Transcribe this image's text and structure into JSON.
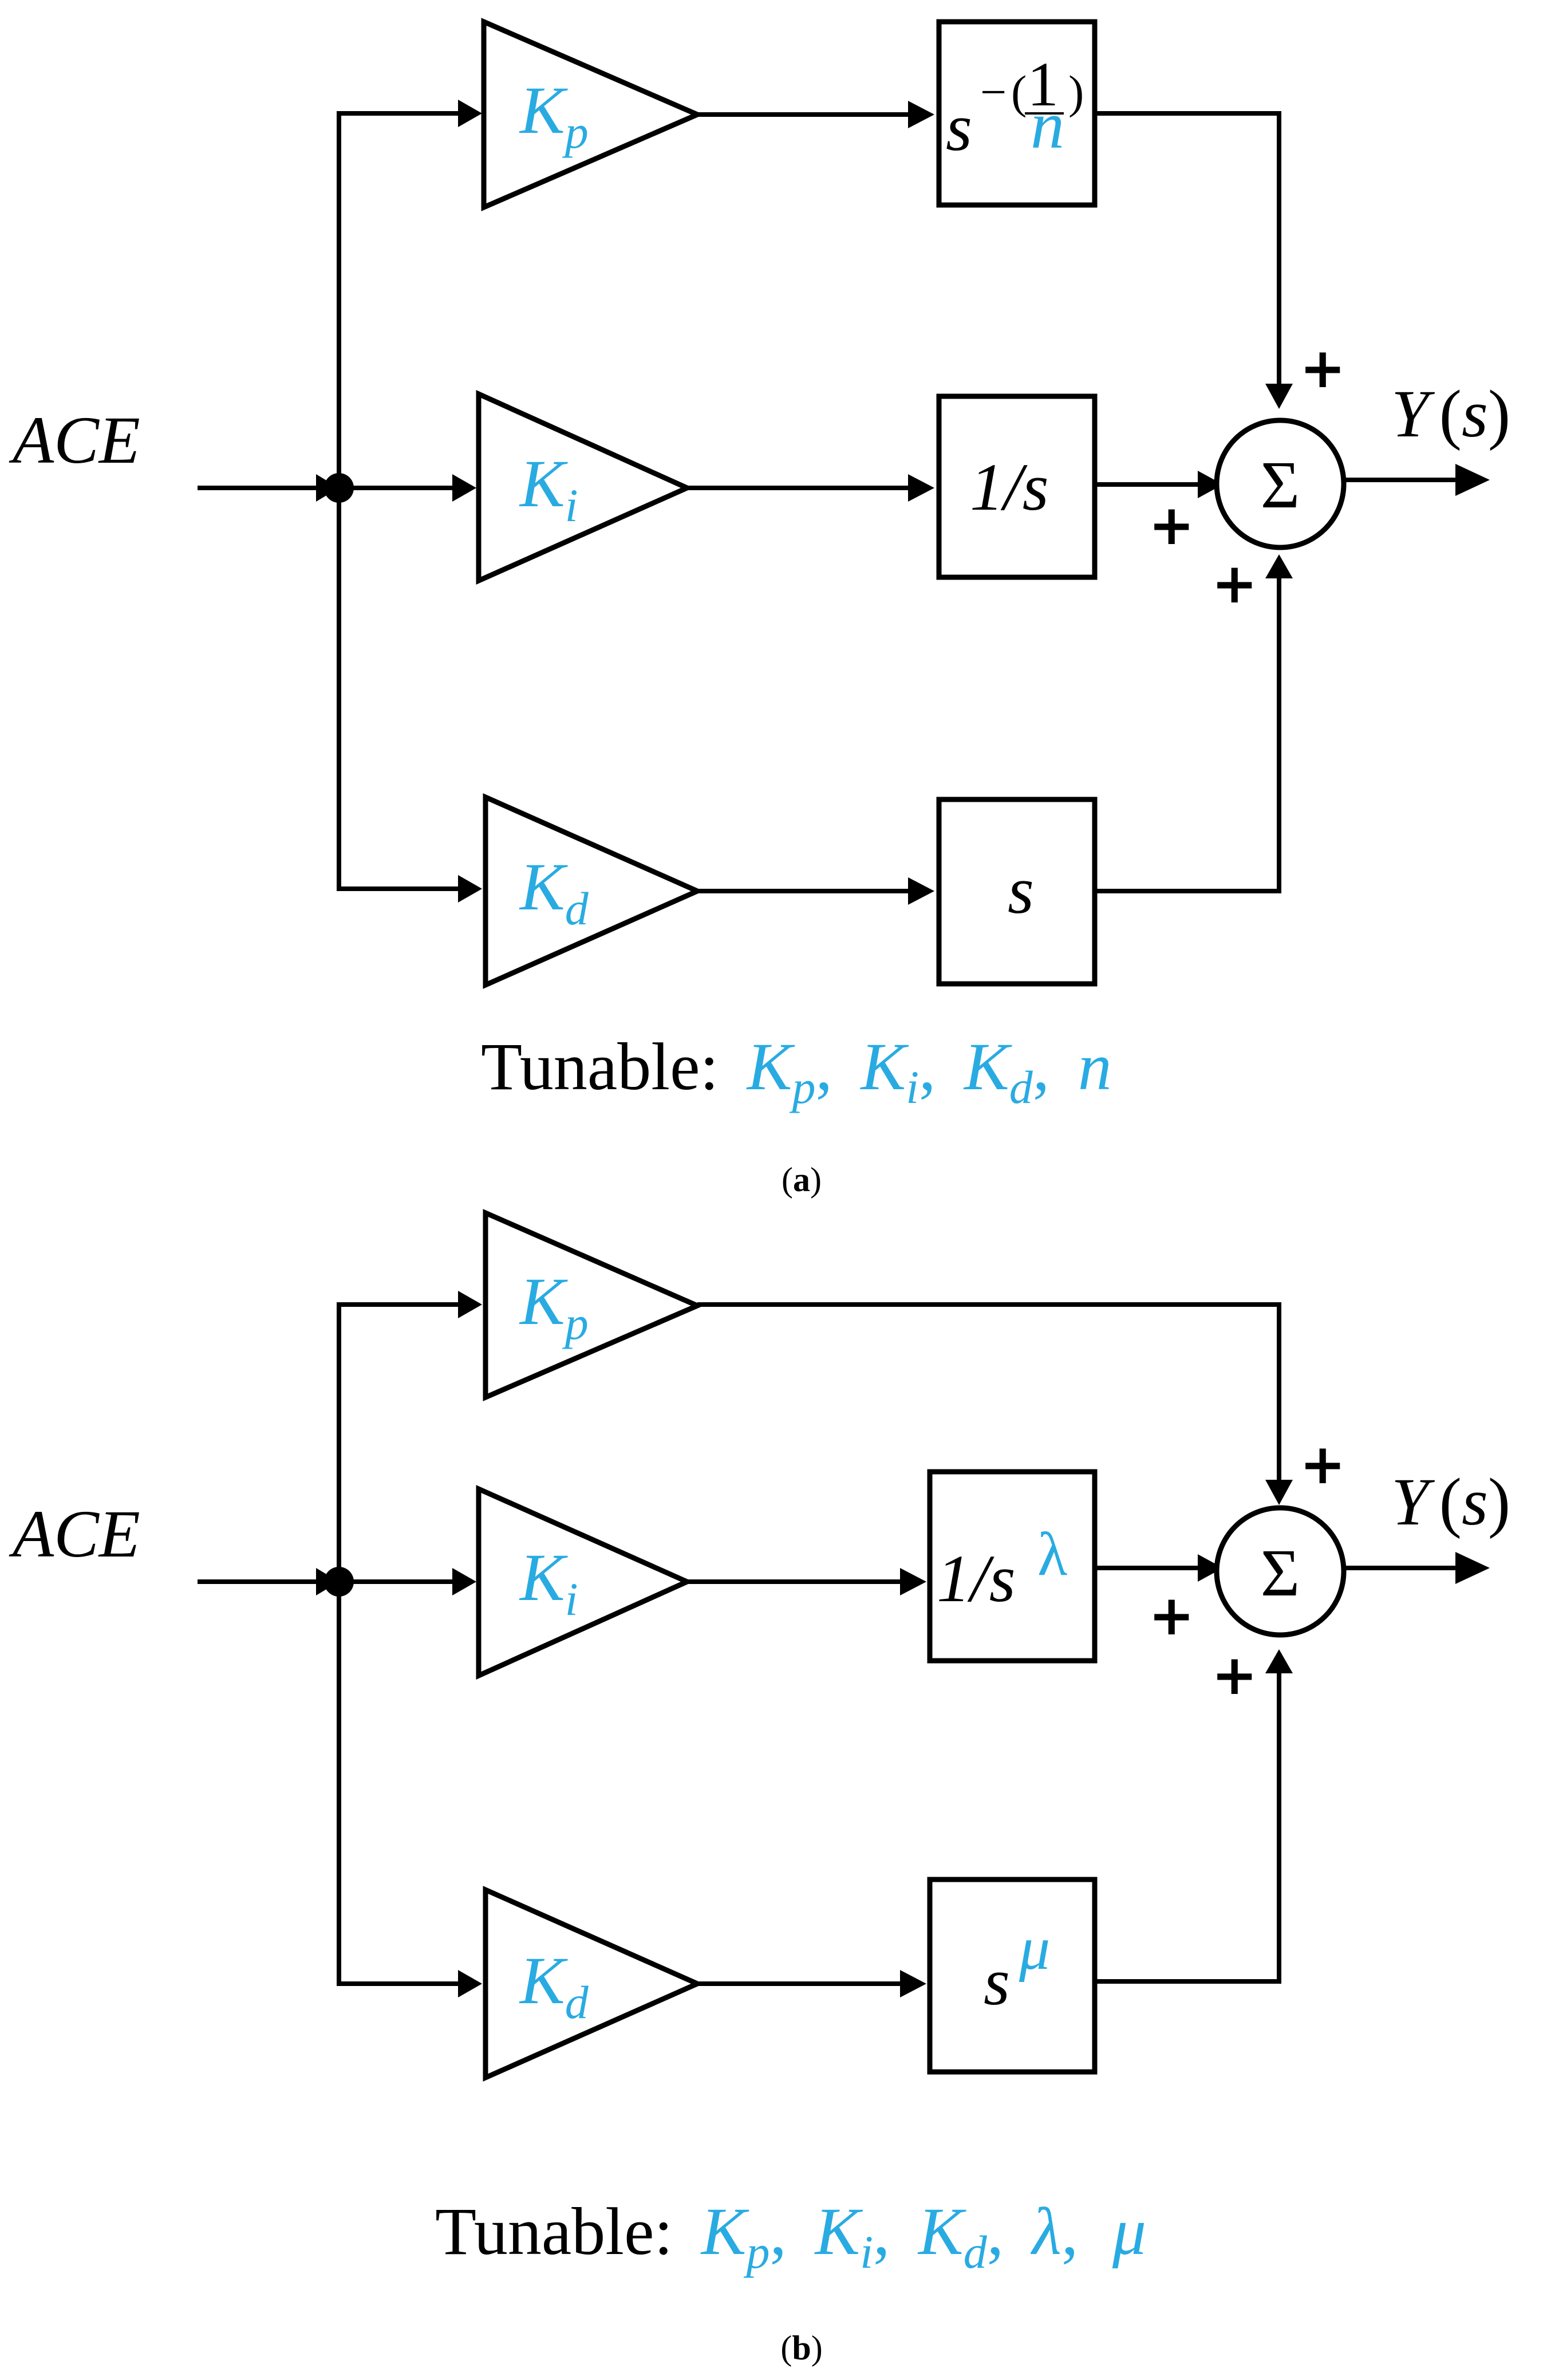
{
  "colors": {
    "ink": "#000000",
    "param": "#29abe2"
  },
  "panels": [
    {
      "caption_letter": "a",
      "input_label": "ACE",
      "output_label": "Y",
      "output_arg": "s",
      "sum_symbol": "Σ",
      "sign": "+",
      "gains": [
        {
          "base": "K",
          "sub": "p"
        },
        {
          "base": "K",
          "sub": "i"
        },
        {
          "base": "K",
          "sub": "d"
        }
      ],
      "blocks": [
        {
          "base": "s",
          "sup_sign": "−",
          "frac_num": "1",
          "frac_den": "n"
        },
        {
          "text": "1/s"
        },
        {
          "text": "s"
        }
      ],
      "tunable": {
        "label": "Tunable:",
        "sep": ",",
        "params": [
          "K_p",
          "K_i",
          "K_d",
          "n"
        ]
      }
    },
    {
      "caption_letter": "b",
      "input_label": "ACE",
      "output_label": "Y",
      "output_arg": "s",
      "sum_symbol": "Σ",
      "sign": "+",
      "gains": [
        {
          "base": "K",
          "sub": "p"
        },
        {
          "base": "K",
          "sub": "i"
        },
        {
          "base": "K",
          "sub": "d"
        }
      ],
      "blocks": [
        {
          "text": "1/s",
          "sup": "λ"
        },
        {
          "text": "s",
          "sup": "μ"
        }
      ],
      "tunable": {
        "label": "Tunable:",
        "sep": ",",
        "params": [
          "K_p",
          "K_i",
          "K_d",
          "λ",
          "μ"
        ]
      }
    }
  ]
}
